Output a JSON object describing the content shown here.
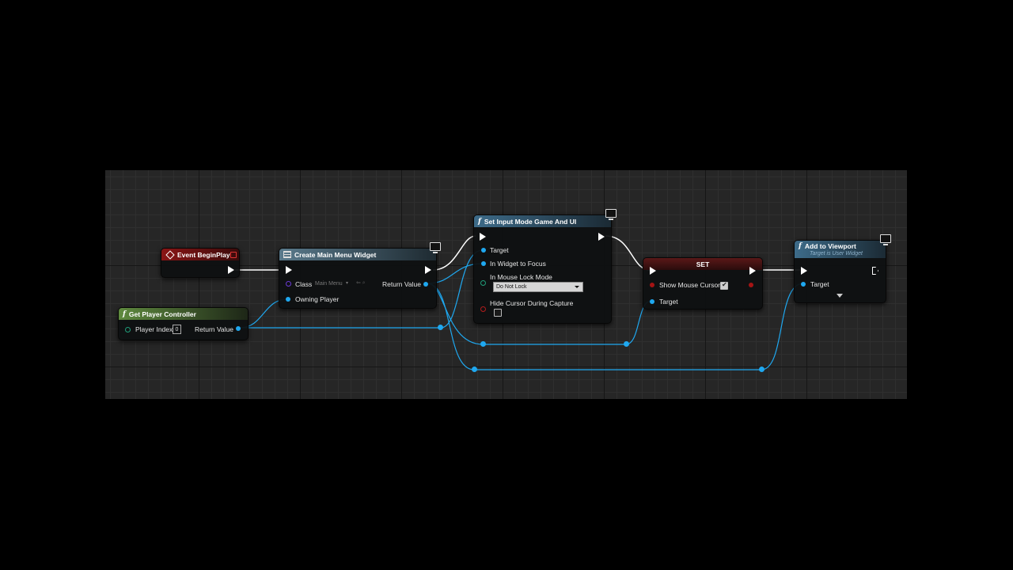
{
  "graph": {
    "nodes": {
      "event_beginplay": {
        "title": "Event BeginPlay"
      },
      "create_widget": {
        "title": "Create Main Menu Widget",
        "class_label": "Class",
        "class_value": "Main Menu",
        "return_label": "Return Value",
        "owning_player_label": "Owning Player"
      },
      "get_player_controller": {
        "title": "Get Player Controller",
        "player_index_label": "Player Index",
        "player_index_value": "0",
        "return_label": "Return Value"
      },
      "set_input_mode": {
        "title": "Set Input Mode Game And UI",
        "target_label": "Target",
        "focus_label": "In Widget to Focus",
        "lock_label": "In Mouse Lock Mode",
        "lock_value": "Do Not Lock",
        "hide_cursor_label": "Hide Cursor During Capture",
        "hide_cursor_checked": false
      },
      "set_var": {
        "title": "SET",
        "show_cursor_label": "Show Mouse Cursor",
        "show_cursor_checked": true,
        "target_label": "Target"
      },
      "add_to_viewport": {
        "title": "Add to Viewport",
        "subtitle": "Target is User Widget",
        "target_label": "Target"
      }
    },
    "colors": {
      "exec_wire": "#ffffff",
      "object_wire": "#1fa8f0",
      "event_header": "#8a1515",
      "function_header": "#3d6b89",
      "pure_header": "#5f8a3f",
      "variable_set_header": "#5a1818"
    },
    "icons": [
      "event-icon",
      "function-icon",
      "monitor-icon",
      "widget-icon",
      "checkbox-icon",
      "dropdown-arrow-icon"
    ]
  }
}
